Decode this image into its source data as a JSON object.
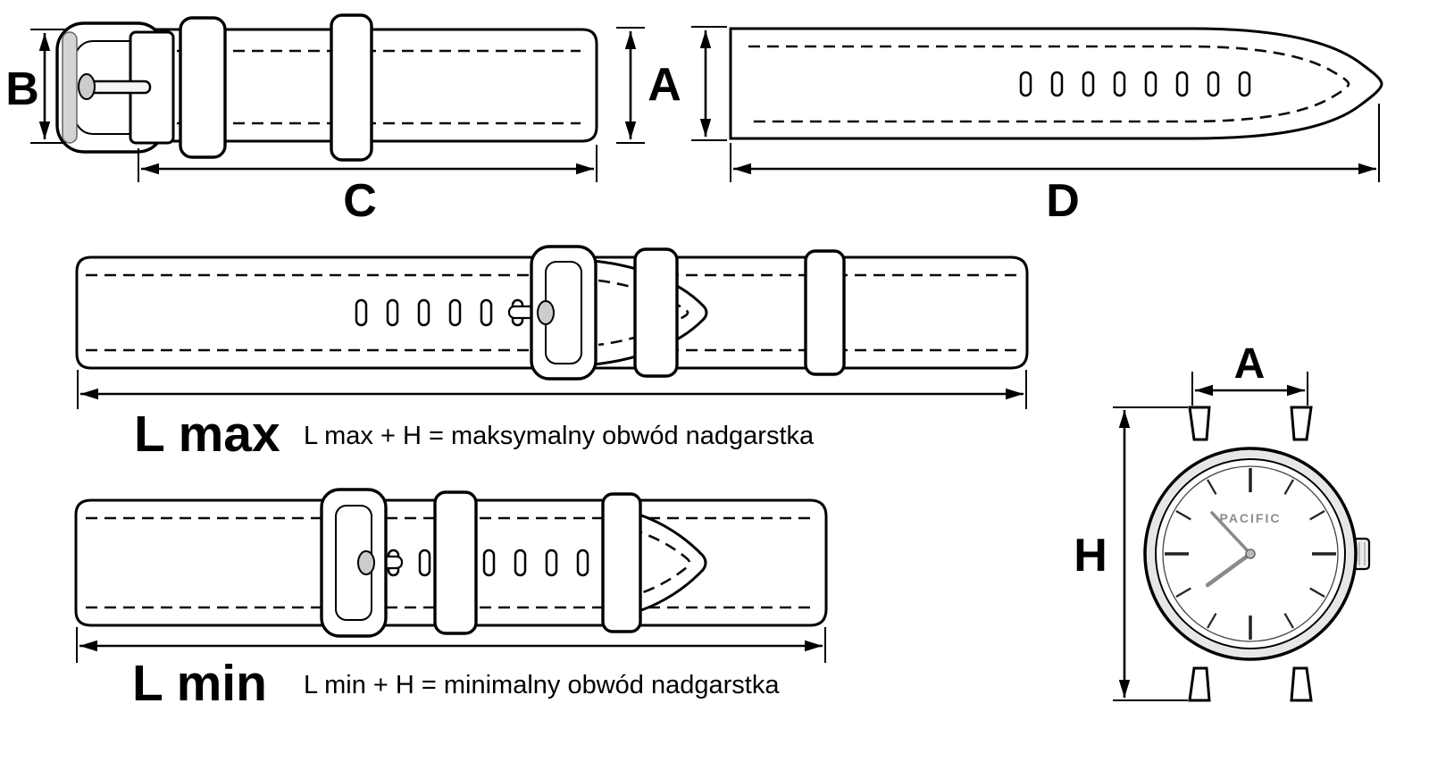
{
  "diagram": {
    "dimensions": {
      "b": "B",
      "a": "A",
      "c": "C",
      "d": "D"
    },
    "lengths": {
      "l_max": {
        "label": "L max",
        "formula": "L max + H  = maksymalny obwód nadgarstka"
      },
      "l_min": {
        "label": "L min",
        "formula": "L min + H  = minimalny obwód nadgarstka"
      }
    },
    "watch": {
      "brand": "PACIFIC",
      "dim_a": "A",
      "dim_h": "H"
    }
  }
}
